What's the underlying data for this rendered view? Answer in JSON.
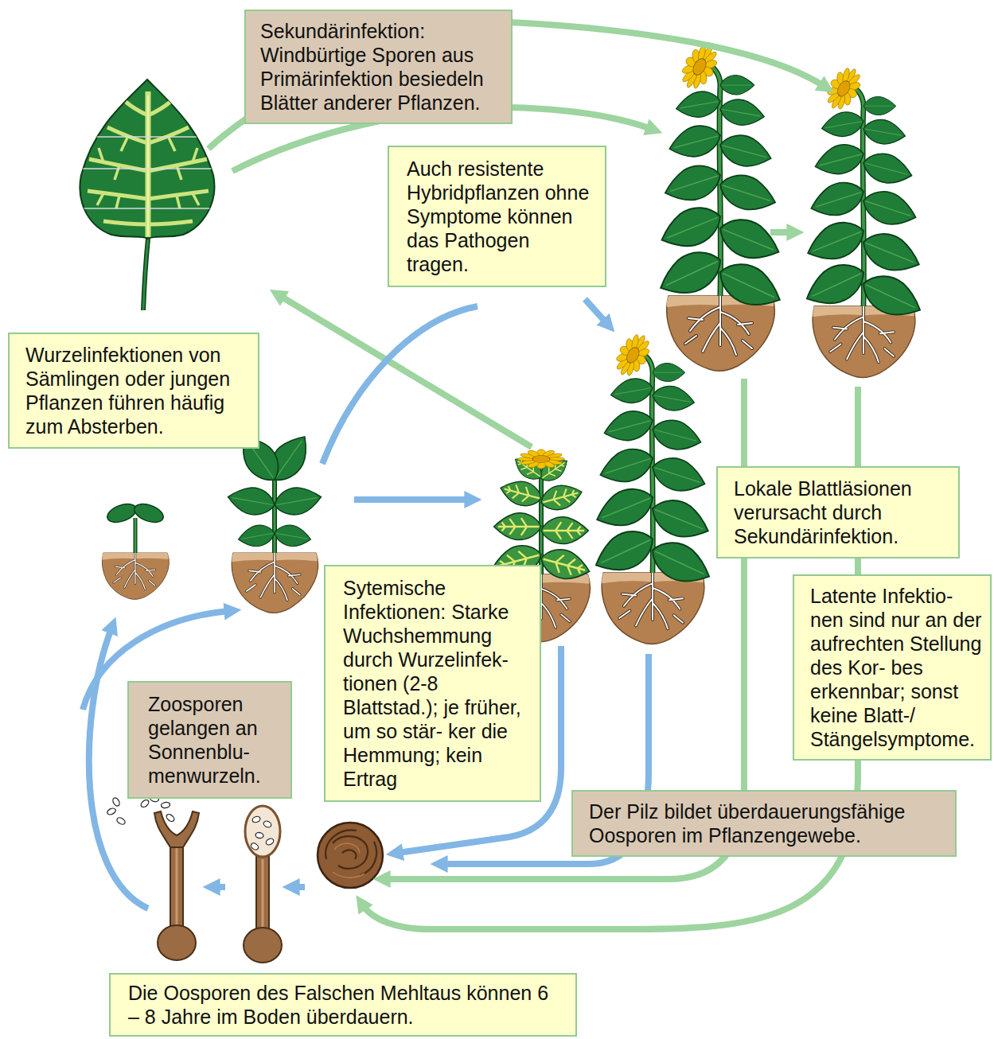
{
  "diagram": {
    "nodes": [
      {
        "text": [
          "Sekundärinfektion: Windbürtige Sporen aus Primärinfektion besiedeln Blätter anderer Pflanzen."
        ]
      },
      {
        "text": [
          "Auch resistente Hybridpflanzen ohne Symptome können das Pathogen tragen."
        ]
      },
      {
        "text": [
          "Wurzelinfektionen von Sämlingen oder jungen Pflanzen führen häufig zum Absterben."
        ]
      },
      {
        "text": [
          "Lokale Blattläsionen verursacht durch Sekundärinfektion."
        ]
      },
      {
        "text": [
          "Sytemische Infektionen: Starke Wuchshemmung durch Wurzelinfek- tionen (2-8 Blattstad.); je früher, um so stär- ker die Hemmung; kein Ertrag"
        ]
      },
      {
        "text": [
          "Latente Infektio- nen sind nur an der aufrechten Stellung des Kor- bes erkennbar; sonst keine Blatt-/ Stängelsymptome."
        ]
      },
      {
        "text": [
          "Zoosporen gelangen an Sonnenblu- menwurzeln."
        ]
      },
      {
        "text": [
          "Der Pilz bildet überdauerungsfähige Oosporen im Pflanzengewebe."
        ]
      },
      {
        "text": [
          "Die Oosporen des Falschen Mehltaus können 6 – 8 Jahre im Boden überdauern."
        ]
      }
    ]
  }
}
